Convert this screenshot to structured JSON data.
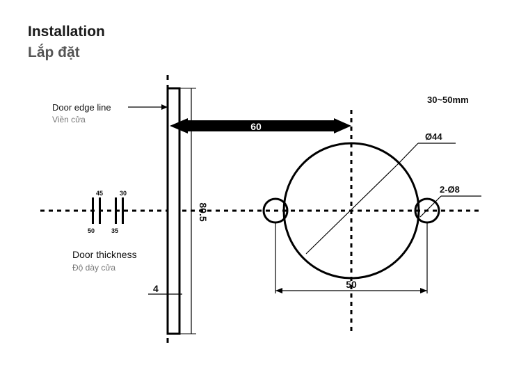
{
  "title": "Installation",
  "subtitle": "Lắp đặt",
  "labels": {
    "door_edge_line": "Door edge line",
    "door_edge_line_vi": "Viền cửa",
    "door_thickness": "Door thickness",
    "door_thickness_vi": "Độ dày cửa",
    "backset_range": "30~50mm"
  },
  "dimensions": {
    "backset": "60",
    "edge_height": "80.5",
    "main_hole": "Ø44",
    "small_holes": "2-Ø8",
    "hole_spacing": "50",
    "edge_width": "4",
    "thickness_marks": [
      "45",
      "30",
      "50",
      "35"
    ]
  }
}
